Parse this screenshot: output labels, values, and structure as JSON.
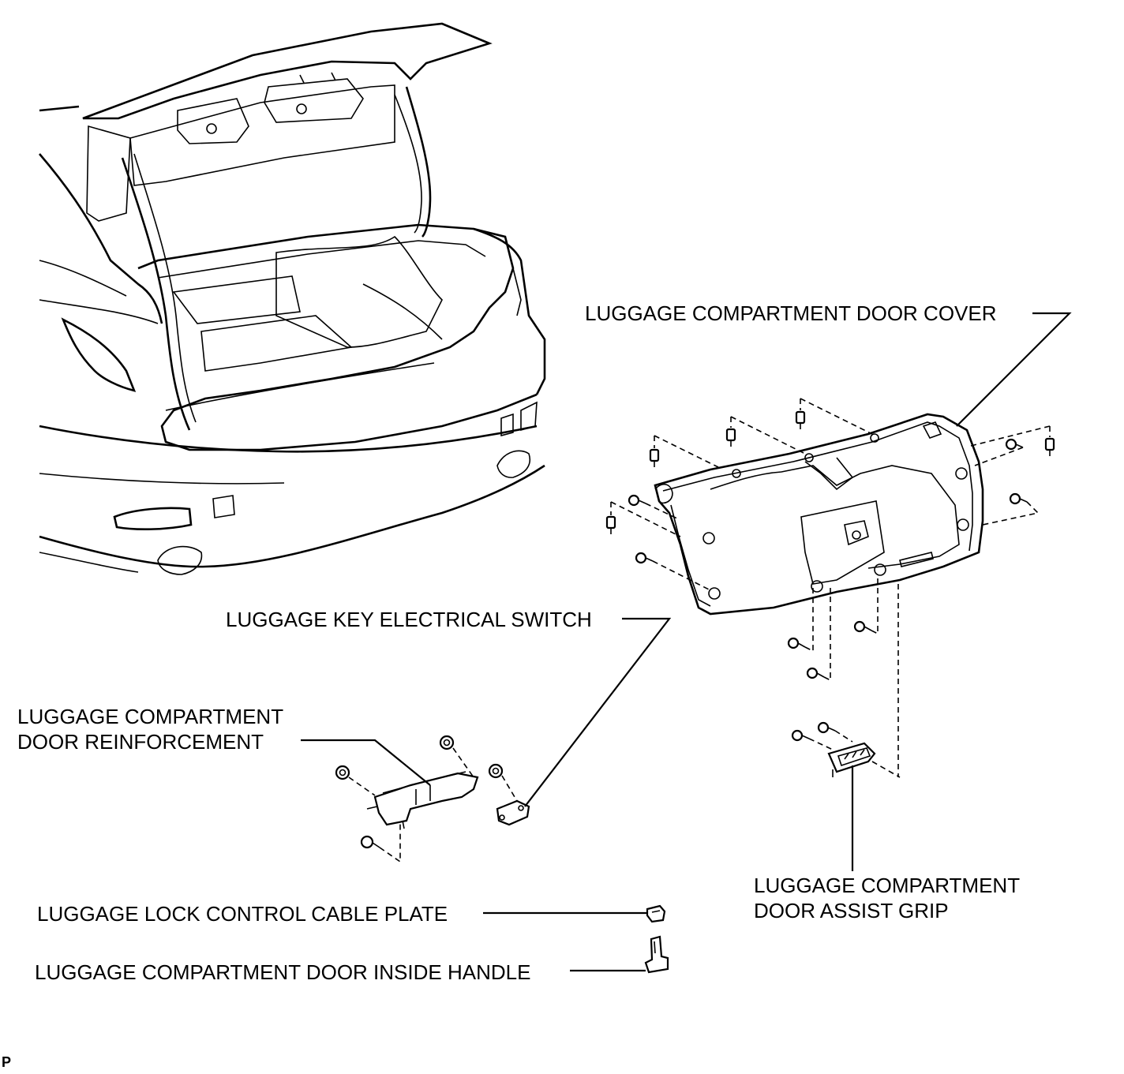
{
  "labels": {
    "door_cover": "LUGGAGE COMPARTMENT DOOR COVER",
    "key_switch": "LUGGAGE KEY ELECTRICAL SWITCH",
    "reinforcement": "LUGGAGE COMPARTMENT\nDOOR REINFORCEMENT",
    "assist_grip": "LUGGAGE COMPARTMENT\nDOOR ASSIST GRIP",
    "cable_plate": "LUGGAGE LOCK CONTROL CABLE PLATE",
    "inside_handle": "LUGGAGE COMPARTMENT DOOR INSIDE HANDLE"
  },
  "figure_code": "P",
  "icons": [
    "car-rear-illustration",
    "door-cover-part",
    "bolt-icon",
    "clip-icon",
    "nut-icon",
    "reinforcement-bracket",
    "key-switch-part",
    "assist-grip-part",
    "cable-plate-part",
    "inside-handle-part"
  ]
}
